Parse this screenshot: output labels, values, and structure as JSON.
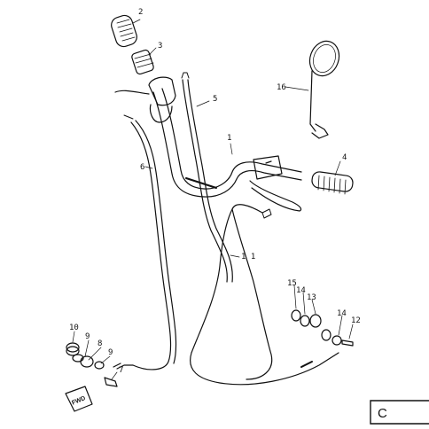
{
  "colors": {
    "ink": "#111111",
    "paper": "#ffffff"
  },
  "callouts": {
    "c1": "1",
    "c2": "2",
    "c3": "3",
    "c4": "4",
    "c5": "5",
    "c6": "6",
    "c7": "7",
    "c8": "8",
    "c9a": "9",
    "c9b": "9",
    "c10": "10",
    "c11": "1 1",
    "c12": "12",
    "c13": "13",
    "c14a": "14",
    "c14b": "14",
    "c15": "15",
    "c16": "16"
  },
  "fwd_label": "FWD",
  "corner_letter": "C"
}
